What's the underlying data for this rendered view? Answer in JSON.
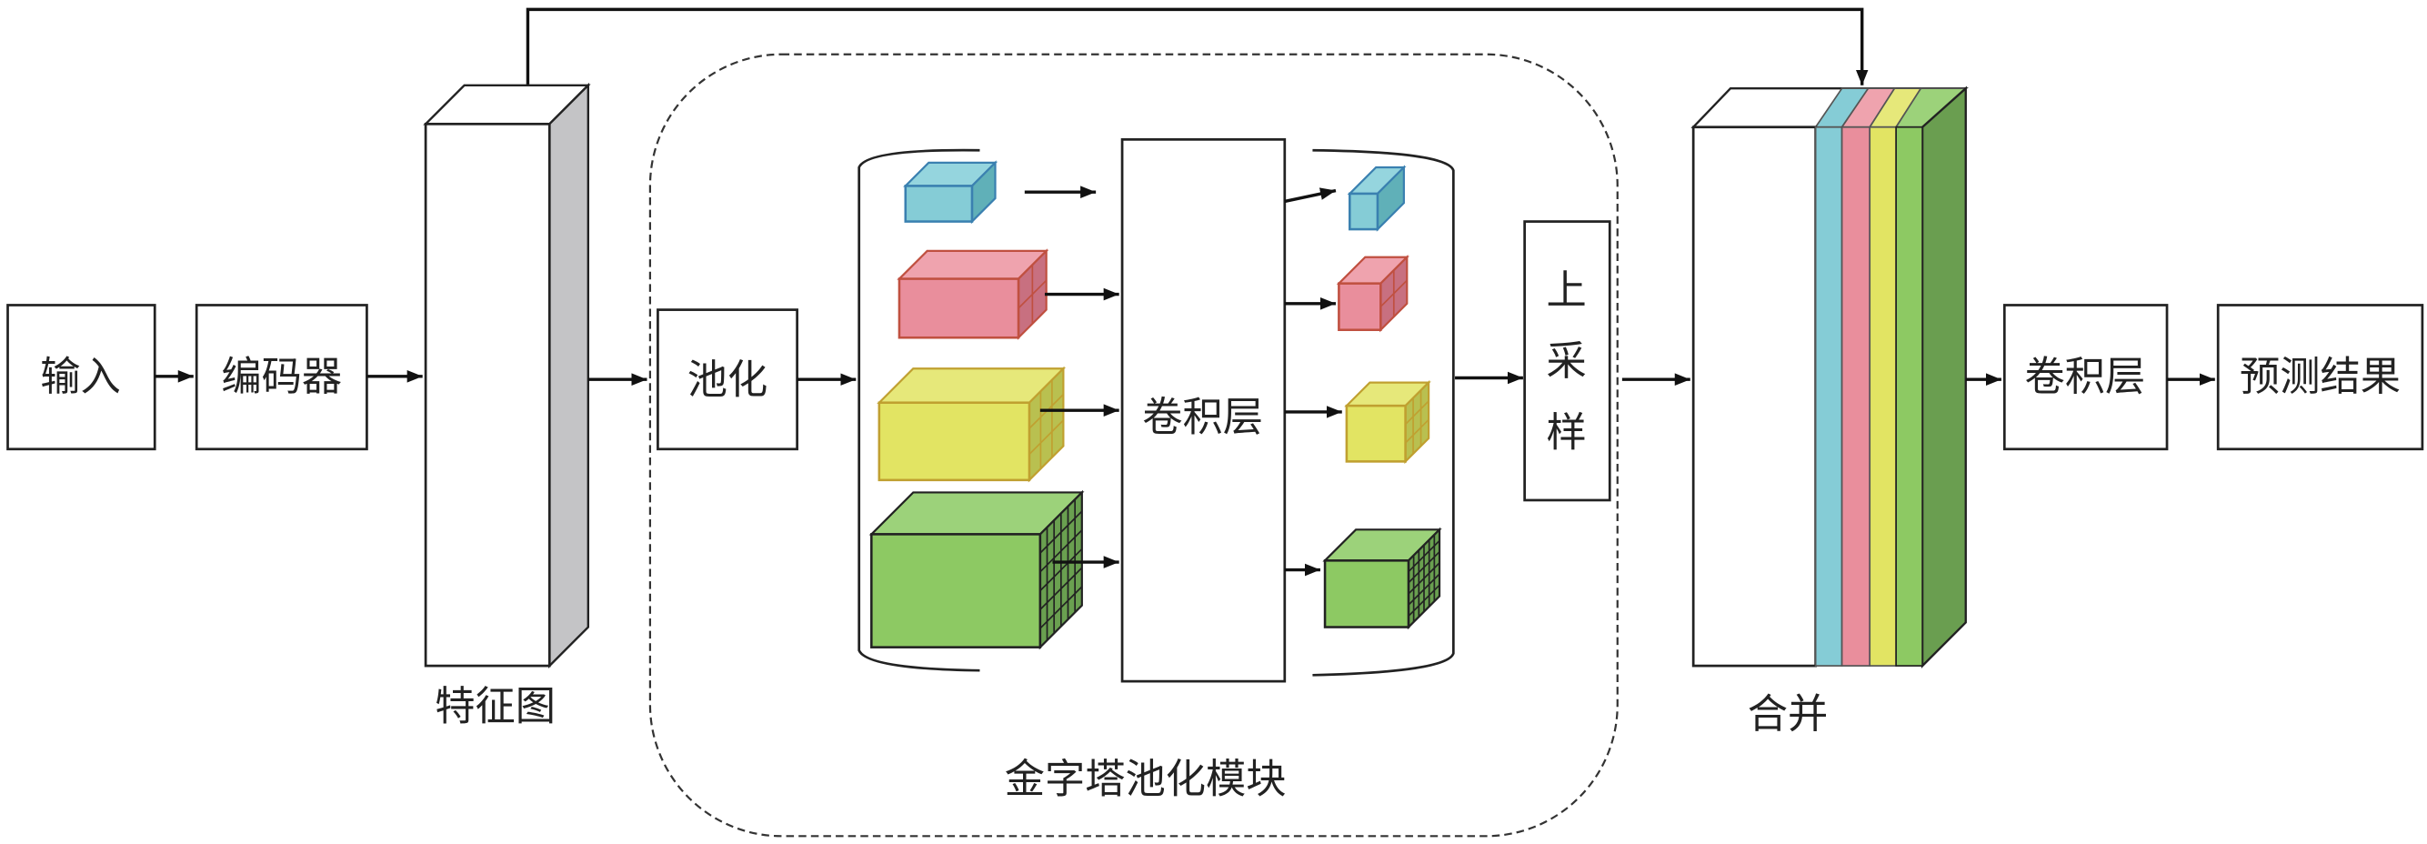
{
  "nodes": {
    "input": "输入",
    "encoder": "编码器",
    "feature_map": "特征图",
    "pooling": "池化",
    "conv_inner": "卷积层",
    "upsample": [
      "上",
      "采",
      "样"
    ],
    "merge": "合并",
    "conv_out": "卷积层",
    "prediction": "预测结果"
  },
  "module_label": "金字塔池化模块",
  "colors": {
    "blue": "#85ccd6",
    "pink": "#e98e9c",
    "yellow": "#e2e463",
    "green": "#8dc963",
    "feature_side": "#c4c4c6",
    "merge_side": "#6a9e50"
  }
}
